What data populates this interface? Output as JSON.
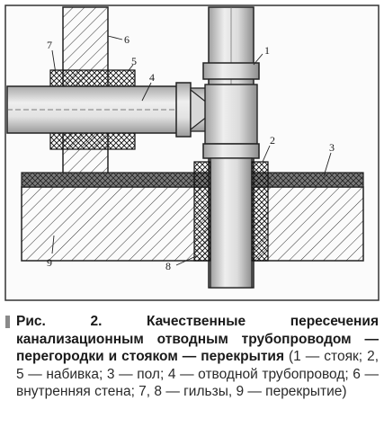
{
  "figure": {
    "callouts": [
      "1",
      "2",
      "3",
      "4",
      "5",
      "6",
      "7",
      "8",
      "9"
    ]
  },
  "caption": {
    "label": "Рис. 2.",
    "title": "Качественные пересечения канализационным отводным трубопроводом — перегородки и стояком — перекрытия",
    "legend": "(1 — стояк; 2, 5 — набивка; 3 — пол; 4 — отводной трубопровод; 6 — внутренняя стена; 7, 8 — гильзы, 9 — перекрытие)"
  }
}
